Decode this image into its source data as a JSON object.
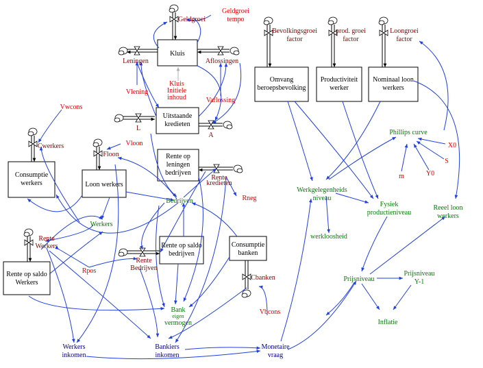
{
  "stocks": {
    "kluis": "Kluis",
    "uitstaande1": "Uitstaande",
    "uitstaande2": "kredieten",
    "consumptie_werkers1": "Consumptie",
    "consumptie_werkers2": "werkers",
    "loon_werkers": "Loon werkers",
    "rente_leningen1": "Rente op",
    "rente_leningen2": "leningen",
    "rente_leningen3": "bedrijven",
    "rente_saldo_bedrijven1": "Rente op saldo",
    "rente_saldo_bedrijven2": "bedrijven",
    "consumptie_banken1": "Consumptie",
    "consumptie_banken2": "banken",
    "rente_saldo_werkers1": "Rente op saldo",
    "rente_saldo_werkers2": "Werkers",
    "omvang1": "Omvang",
    "omvang2": "beroepsbevolking",
    "productiviteit1": "Productiviteit",
    "productiviteit2": "werker",
    "nominaal1": "Nominaal loon",
    "nominaal2": "werkers"
  },
  "flows": {
    "geldgroei": "Geldgroei",
    "leningen": "Leningen",
    "aflossingen": "Aflossingen",
    "l": "L",
    "a": "A",
    "cwerkers": "Cwerkers",
    "floon": "Floon",
    "rente_kredieten1": "Rente",
    "rente_kredieten2": "kredieten",
    "rente_werkers1": "Rente",
    "rente_werkers2": "Werkers",
    "rente_bedrijven1": "Rente",
    "rente_bedrijven2": "Bedrijven",
    "cbanken": "Cbanken",
    "bevolkingsgroei1": "Bevolkingsgroei",
    "bevolkingsgroei2": "factor",
    "prod_groei1": "prod. groei",
    "prod_groei2": "factor",
    "loongroei1": "Loongroei",
    "loongroei2": "factor"
  },
  "constants": {
    "geldgroei_tempo1": "Geldgroei",
    "geldgroei_tempo2": "tempo",
    "kluis_init1": "Kluis",
    "kluis_init2": "Initiele",
    "kluis_init3": "inhoud",
    "vlening": "Vlening",
    "vaflossing": "Vaflossing",
    "vwcons": "Vwcons",
    "vloon": "Vloon",
    "rneg": "Rneg",
    "rpos": "Rpos",
    "vbcons": "Vbcons",
    "x0": "X0",
    "s": "S",
    "y0": "Y0",
    "m": "m"
  },
  "auxiliaries": {
    "bedrijven": "Bedrijven",
    "werkers": "Werkers",
    "bank1": "Bank",
    "bank2": "eigen",
    "bank3": "vermogen",
    "werkers_inkomen1": "Werkers",
    "werkers_inkomen2": "inkomen",
    "bankiers_inkomen1": "Bankiers",
    "bankiers_inkomen2": "inkomen",
    "monetaire1": "Monetaire",
    "monetaire2": "vraag",
    "werkgelegenheid1": "Werkgelegenheids",
    "werkgelegenheid2": "niveau",
    "werkloosheid": "werkloosheid",
    "fysiek1": "Fysiek",
    "fysiek2": "productieniveau",
    "phillips": "Phillips curve",
    "reeel1": "Reeel loon",
    "reeel2": "werkers",
    "prijsniveau": "Prijsniveau",
    "prijsniveau_y1a": "Prijsniveau",
    "prijsniveau_y1b": "Y-1",
    "inflatie": "Inflatie"
  },
  "colors": {
    "constant": "#e00000",
    "flow": "#8b0000",
    "auxiliary": "#008000",
    "output": "#000080",
    "link": "#1f3fe0"
  }
}
